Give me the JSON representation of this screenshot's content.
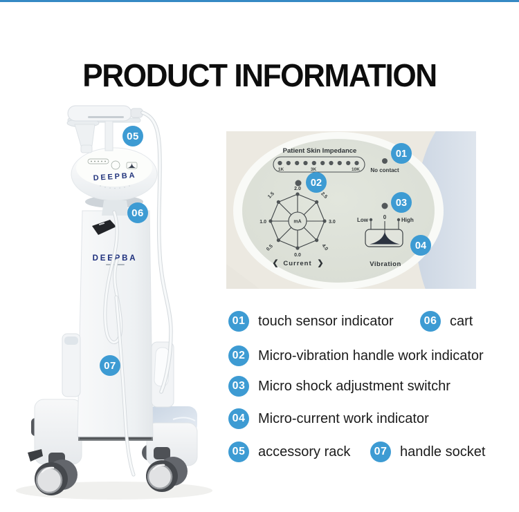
{
  "page": {
    "title": "PRODUCT INFORMATION",
    "accent_color": "#3d9bd3",
    "top_bar_color": "#3589c4"
  },
  "device_photo": {
    "brand": "DEEPBA",
    "badges": {
      "b05": "05",
      "b06": "06",
      "b07": "07"
    }
  },
  "panel_photo": {
    "badges": {
      "b01": "01",
      "b02": "02",
      "b03": "03",
      "b04": "04"
    },
    "impedance": {
      "title": "Patient Skin Impedance",
      "ticks": [
        "1K",
        "3K",
        "10K"
      ],
      "led_count": 10,
      "no_contact_label": "No contact"
    },
    "dial": {
      "unit": "mA",
      "values": [
        "2.0",
        "2.5",
        "3.0",
        "4.0",
        "0.0",
        "0.5",
        "1.0",
        "1.5"
      ],
      "label": "Current",
      "left_chevron": "❮",
      "right_chevron": "❯"
    },
    "vibration": {
      "low": "Low",
      "zero": "0",
      "high": "High",
      "label": "Vibration"
    }
  },
  "legend": {
    "items": [
      {
        "num": "01",
        "label": "touch sensor indicator"
      },
      {
        "num": "02",
        "label": "Micro-vibration handle work indicator"
      },
      {
        "num": "03",
        "label": "Micro shock adjustment switchr"
      },
      {
        "num": "04",
        "label": "Micro-current work indicator"
      },
      {
        "num": "05",
        "label": "accessory rack"
      },
      {
        "num": "06",
        "label": "cart"
      },
      {
        "num": "07",
        "label": "handle socket"
      }
    ]
  }
}
